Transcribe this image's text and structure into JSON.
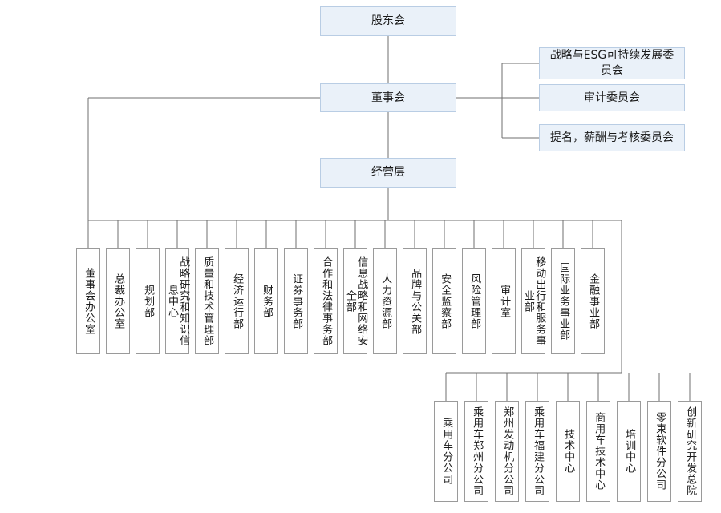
{
  "chart_title": "",
  "top": {
    "shareholders": "股东会",
    "board": "董事会",
    "management": "经营层"
  },
  "committees": [
    "战略与ESG可持续发展委员会",
    "审计委员会",
    "提名，薪酬与考核委员会"
  ],
  "departments": [
    "董事会办公室",
    "总裁办公室",
    "规划部",
    "战略研究和知识信息中心",
    "质量和技术管理部",
    "经济运行部",
    "财务部",
    "证券事务部",
    "合作和法律事务部",
    "信息战略和网络安全部",
    "人力资源部",
    "品牌与公关部",
    "安全监察部",
    "风险管理部",
    "审计室",
    "移动出行和服务事业部",
    "国际业务事业部",
    "金融事业部"
  ],
  "subsidiaries": [
    "乘用车分公司",
    "乘用车郑州分公司",
    "郑州发动机分公司",
    "乘用车福建分公司",
    "技术中心",
    "商用车技术中心",
    "培训中心",
    "零束软件分公司",
    "创新研究开发总院"
  ],
  "colors": {
    "node_fill": "#eaf1f9",
    "node_border": "#b9cde4",
    "plain_border": "#9a9a9a",
    "line": "#6f6f6f"
  }
}
